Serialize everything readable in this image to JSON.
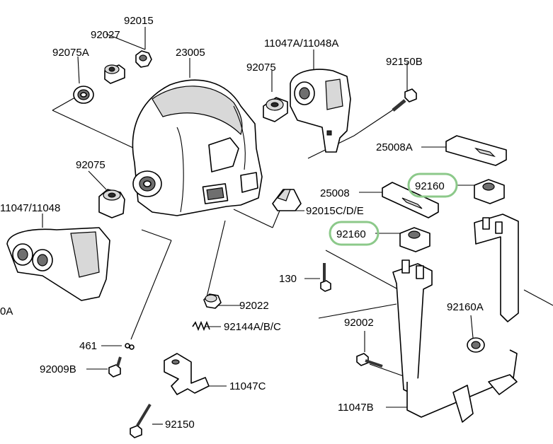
{
  "labels": {
    "p92015": "92015",
    "p92027": "92027",
    "p92075A": "92075A",
    "p23005": "23005",
    "p11047A_11048A": "11047A/11048A",
    "p92075_top": "92075",
    "p92150B": "92150B",
    "p25008A": "25008A",
    "p92075_left": "92075",
    "p92160_top": "92160",
    "p25008": "25008",
    "p11047_11048": "11047/11048",
    "p92015CDE": "92015C/D/E",
    "p92160_mid": "92160",
    "p130": "130",
    "pOA": "0A",
    "p92022": "92022",
    "p92144ABC": "92144A/B/C",
    "p92160A": "92160A",
    "p92002": "92002",
    "p461": "461",
    "p92009B": "92009B",
    "p11047C": "11047C",
    "p11047B": "11047B",
    "p92150": "92150"
  },
  "colors": {
    "highlight_ring": "#8cc98a",
    "line": "#000000",
    "shade": "#6f6f6f"
  }
}
